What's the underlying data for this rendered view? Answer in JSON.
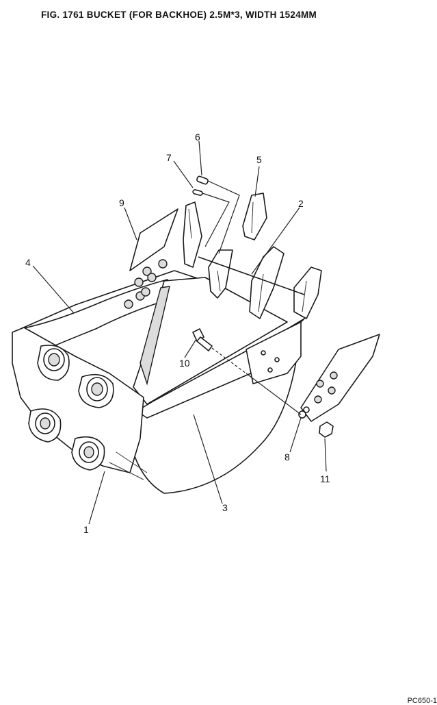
{
  "header": {
    "title": "FIG. 1761    BUCKET (FOR BACKHOE) 2.5M*3, WIDTH 1524MM",
    "drawing_code": "PC650-1"
  },
  "callouts": {
    "p1": "1",
    "p2": "2",
    "p3": "3",
    "p4": "4",
    "p5": "5",
    "p6": "6",
    "p7": "7",
    "p8": "8",
    "p9": "9",
    "p10": "10",
    "p11": "11"
  }
}
